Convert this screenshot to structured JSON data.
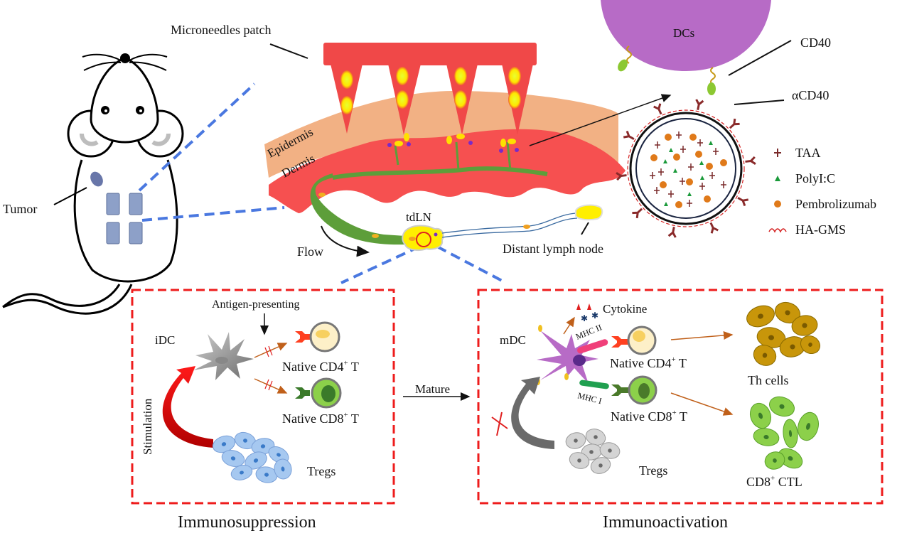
{
  "labels": {
    "microneedles_patch": "Microneedles patch",
    "tumor": "Tumor",
    "epidermis": "Epidermis",
    "dermis": "Dermis",
    "flow": "Flow",
    "tdln": "tdLN",
    "distant_lymph_node": "Distant lymph node",
    "dcs": "DCs",
    "cd40": "CD40",
    "acd40": "αCD40",
    "mature": "Mature"
  },
  "legend": [
    {
      "name": "TAA",
      "symbol": "cross",
      "color": "#7a2a2a"
    },
    {
      "name": "PolyI:C",
      "symbol": "triangle",
      "color": "#1a9a3a"
    },
    {
      "name": "Pembrolizumab",
      "symbol": "circle",
      "color": "#e07a1a"
    },
    {
      "name": "HA-GMS",
      "symbol": "wave",
      "color": "#d42020"
    }
  ],
  "left_panel": {
    "title": "Immunosuppression",
    "antigen_presenting": "Antigen-presenting",
    "idc": "iDC",
    "cd4": "Native CD4",
    "cd4_sup": "+",
    "cd8": "Native CD8",
    "cd8_sup": "+",
    "t": " T",
    "stimulation": "Stimulation",
    "tregs": "Tregs"
  },
  "right_panel": {
    "title": "Immunoactivation",
    "cytokine": "Cytokine",
    "mdc": "mDC",
    "mhc2": "MHC II",
    "mhc1": "MHC I",
    "cd4": "Native CD4",
    "cd8": "Native CD8",
    "sup": "+",
    "t": " T",
    "th_cells": "Th cells",
    "ctl_pre": "CD8",
    "ctl_post": " CTL",
    "tregs": "Tregs"
  },
  "colors": {
    "dashed_box": "#ee1c1c",
    "dashed_link": "#4a78e0",
    "patch": "#f04848",
    "epidermis": "#f2b184",
    "dermis": "#f65050",
    "lymph_vessel": "#5d9e3a",
    "dc_purple": "#b76bc6"
  }
}
